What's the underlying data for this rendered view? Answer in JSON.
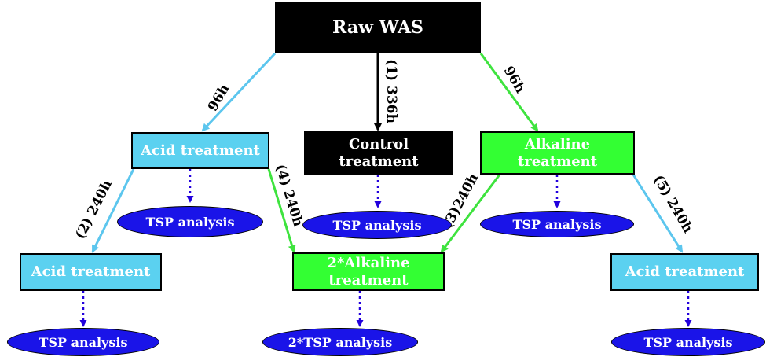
{
  "colors": {
    "black": "#000000",
    "acid_fill": "#5bd1f0",
    "alkaline_fill": "#33ff33",
    "analysis_fill": "#1a14e8",
    "acid_edge": "#5cc6ee",
    "alkaline_edge": "#3ee33e",
    "analysis_edge": "#2200dd"
  },
  "nodes": {
    "raw": "Raw WAS",
    "acid1": "Acid treatment",
    "control": "Control treatment",
    "alkaline1": "Alkaline treatment",
    "acid2": "Acid treatment",
    "alkaline2": "2*Alkaline treatment",
    "acid3": "Acid treatment"
  },
  "analyses": {
    "a1": "TSP analysis",
    "a2": "TSP analysis",
    "a3": "TSP analysis",
    "a4": "TSP analysis",
    "a5": "2*TSP analysis",
    "a6": "TSP analysis"
  },
  "edge_labels": {
    "raw_acid": "96h",
    "raw_control": "(1) 336h",
    "raw_alkaline": "96h",
    "acid_acid": "(2) 240h",
    "acid_alk2": "(4) 240h",
    "alk_alk2": "(3)240h",
    "alk_acid": "(5) 240h"
  }
}
